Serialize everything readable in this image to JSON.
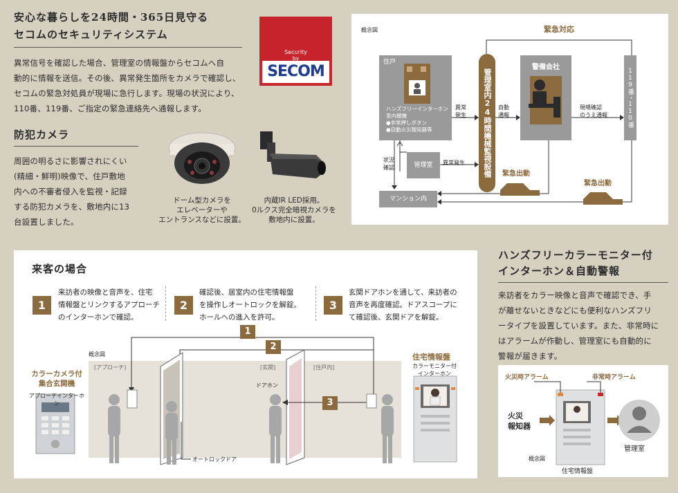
{
  "left_top": {
    "heading_line1": "安心な暮らしを24時間・365日見守る",
    "heading_line2": "セコムのセキュリティシステム",
    "paragraph": [
      "異常信号を確認した場合、管理室の情報盤からセコムへ自",
      "動的に情報を送信。その後、異常発生箇所をカメラで確認し、",
      "セコムの緊急対処員が現場に急行します。現場の状況により、",
      "110番、119番、ご指定の緊急連絡先へ通報します。"
    ]
  },
  "logo": {
    "line1": "Security",
    "line2": "by",
    "brand": "SECOM"
  },
  "camera": {
    "heading": "防犯カメラ",
    "paragraph": [
      "周囲の明るさに影響されにくい",
      "(精細・鮮明)映像で、住戸敷地",
      "内への不審者侵入を監視・記録",
      "する防犯カメラを、敷地内に13",
      "台設置しました。"
    ],
    "dome_caption": [
      "ドーム型カメラを",
      "エレベーターや",
      "エントランスなどに設置。"
    ],
    "bullet_caption": [
      "内蔵IR LED採用。",
      "0ルクス完全暗視カメラを",
      "敷地内に設置。"
    ]
  },
  "diagram1": {
    "concept": "概念図",
    "emergency_response": "緊急対応",
    "unit": "住戸",
    "intercom_lines": [
      "ハンズフリーインターホン",
      "室内親機",
      "●非常押しボタン",
      "●自動火災報知器等"
    ],
    "abnormal": [
      "異常",
      "発生"
    ],
    "monitor_vertical": "管理室内24時間機械監視設備",
    "auto_report": [
      "自動",
      "通報"
    ],
    "security_company": "警備会社",
    "site_check": [
      "現場確認",
      "のうえ通報"
    ],
    "emergency_numbers": "119番・110番",
    "status_check": [
      "状況",
      "確認"
    ],
    "admin_room": "管理室",
    "abnormal2": "異常発生",
    "dispatch1": "緊急出動",
    "dispatch2": "緊急出動",
    "mansion": "マンション内"
  },
  "visitor": {
    "heading": "来客の場合",
    "steps": [
      {
        "num": "1",
        "lines": [
          "来訪者の映像と音声を、住宅",
          "情報盤とリンクするアプローチ",
          "のインターホンで確認。"
        ]
      },
      {
        "num": "2",
        "lines": [
          "確認後、居室内の住宅情報盤",
          "を操作しオートロックを解錠。",
          "ホールへの進入を許可。"
        ]
      },
      {
        "num": "3",
        "lines": [
          "玄関ドアホンを通して、来訪者の",
          "音声を再度確認。ドアスコープに",
          "て確認後、玄関ドアを解錠。"
        ]
      }
    ],
    "concept": "概念図",
    "approach": "[アプローチ]",
    "entrance": "[玄関]",
    "inside_unit": "[住戸内]",
    "color_camera": [
      "カラーカメラ付",
      "集合玄関機"
    ],
    "approach_intercom": "アプローチインターホン",
    "doorphone": "ドアホン",
    "home_panel": "住宅情報盤",
    "color_monitor": [
      "カラーモニター付",
      "インターホン"
    ],
    "autolock": "オートロックドア",
    "arrow1": "1",
    "arrow2": "2",
    "arrow3": "3"
  },
  "handsfree": {
    "heading_line1": "ハンズフリーカラーモニター付",
    "heading_line2": "インターホン＆自動警報",
    "paragraph": [
      "来訪者をカラー映像と音声で確認でき、手",
      "が離せないときなどにも便利なハンズフリ",
      "ータイプを設置しています。また、非常時に",
      "はアラームが作動し、管理室にも自動的に",
      "警報が届きます。"
    ],
    "fire_alarm": "火災時アラーム",
    "emergency_alarm": "非常時アラーム",
    "fire_detector": [
      "火災",
      "報知器"
    ],
    "admin_room": "管理室",
    "concept": "概念図",
    "home_panel": "住宅情報盤"
  },
  "colors": {
    "brown": "#8b6a3e",
    "gray": "#9a9a9a",
    "secom_red": "#c8242c",
    "secom_blue": "#1e3d8f"
  }
}
